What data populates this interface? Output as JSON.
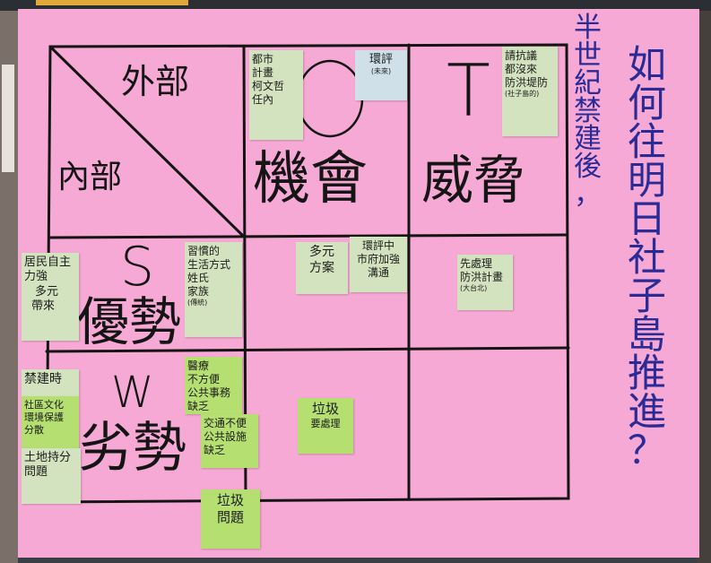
{
  "paper": {
    "outer_label": "外部",
    "inner_label": "內部",
    "o_letter": "O",
    "opportunity": "機會",
    "t_letter": "T",
    "threat": "威脅",
    "s_letter": "S",
    "strength": "優勢",
    "w_letter": "W",
    "weakness": "劣勢",
    "question": [
      "如",
      "何",
      "往",
      "明",
      "日",
      "社",
      "子",
      "島",
      "推",
      "進",
      "？"
    ],
    "subtitle": [
      "半",
      "世",
      "紀",
      "禁",
      "建",
      "後",
      "，"
    ]
  },
  "notes": {
    "opp_city": [
      "都市",
      "計畫",
      "柯文哲",
      "任內"
    ],
    "opp_eia": [
      "環評",
      "(未來)"
    ],
    "threat_protest": [
      "請抗議",
      "都沒來",
      "防洪堤防",
      "(社子島的)"
    ],
    "str_residents": [
      "居民自主",
      "力強",
      "多元",
      "帶來"
    ],
    "str_lifestyle": [
      "習慣的",
      "生活方式",
      "姓氏",
      "家族",
      "(傳統)"
    ],
    "str_diverse": [
      "多元",
      "方案"
    ],
    "str_eia_comm": [
      "環評中",
      "市府加強",
      "溝通"
    ],
    "threat_plan": [
      "先處理",
      "防洪計畫",
      "(大台北)"
    ],
    "weak_ban": [
      "禁建時"
    ],
    "weak_green": [
      "社區文化",
      "環境保護",
      "分散"
    ],
    "weak_land": [
      "土地持分",
      "問題"
    ],
    "weak_facility": [
      "醫療",
      "不方便",
      "公共事務",
      "缺乏"
    ],
    "weak_traffic": [
      "交通不便",
      "公共設施",
      "缺乏"
    ],
    "weak_trash_a": [
      "垃圾",
      "問題"
    ],
    "weak_trash_b": [
      "垃圾",
      "要處理"
    ]
  },
  "colors": {
    "paper": "#f6a9d4",
    "ink": "#151515",
    "blue_ink": "#2b2b96",
    "note_sage": "#d4e3bf",
    "note_lime": "#b6df71",
    "note_blue": "#cfe0e8"
  }
}
